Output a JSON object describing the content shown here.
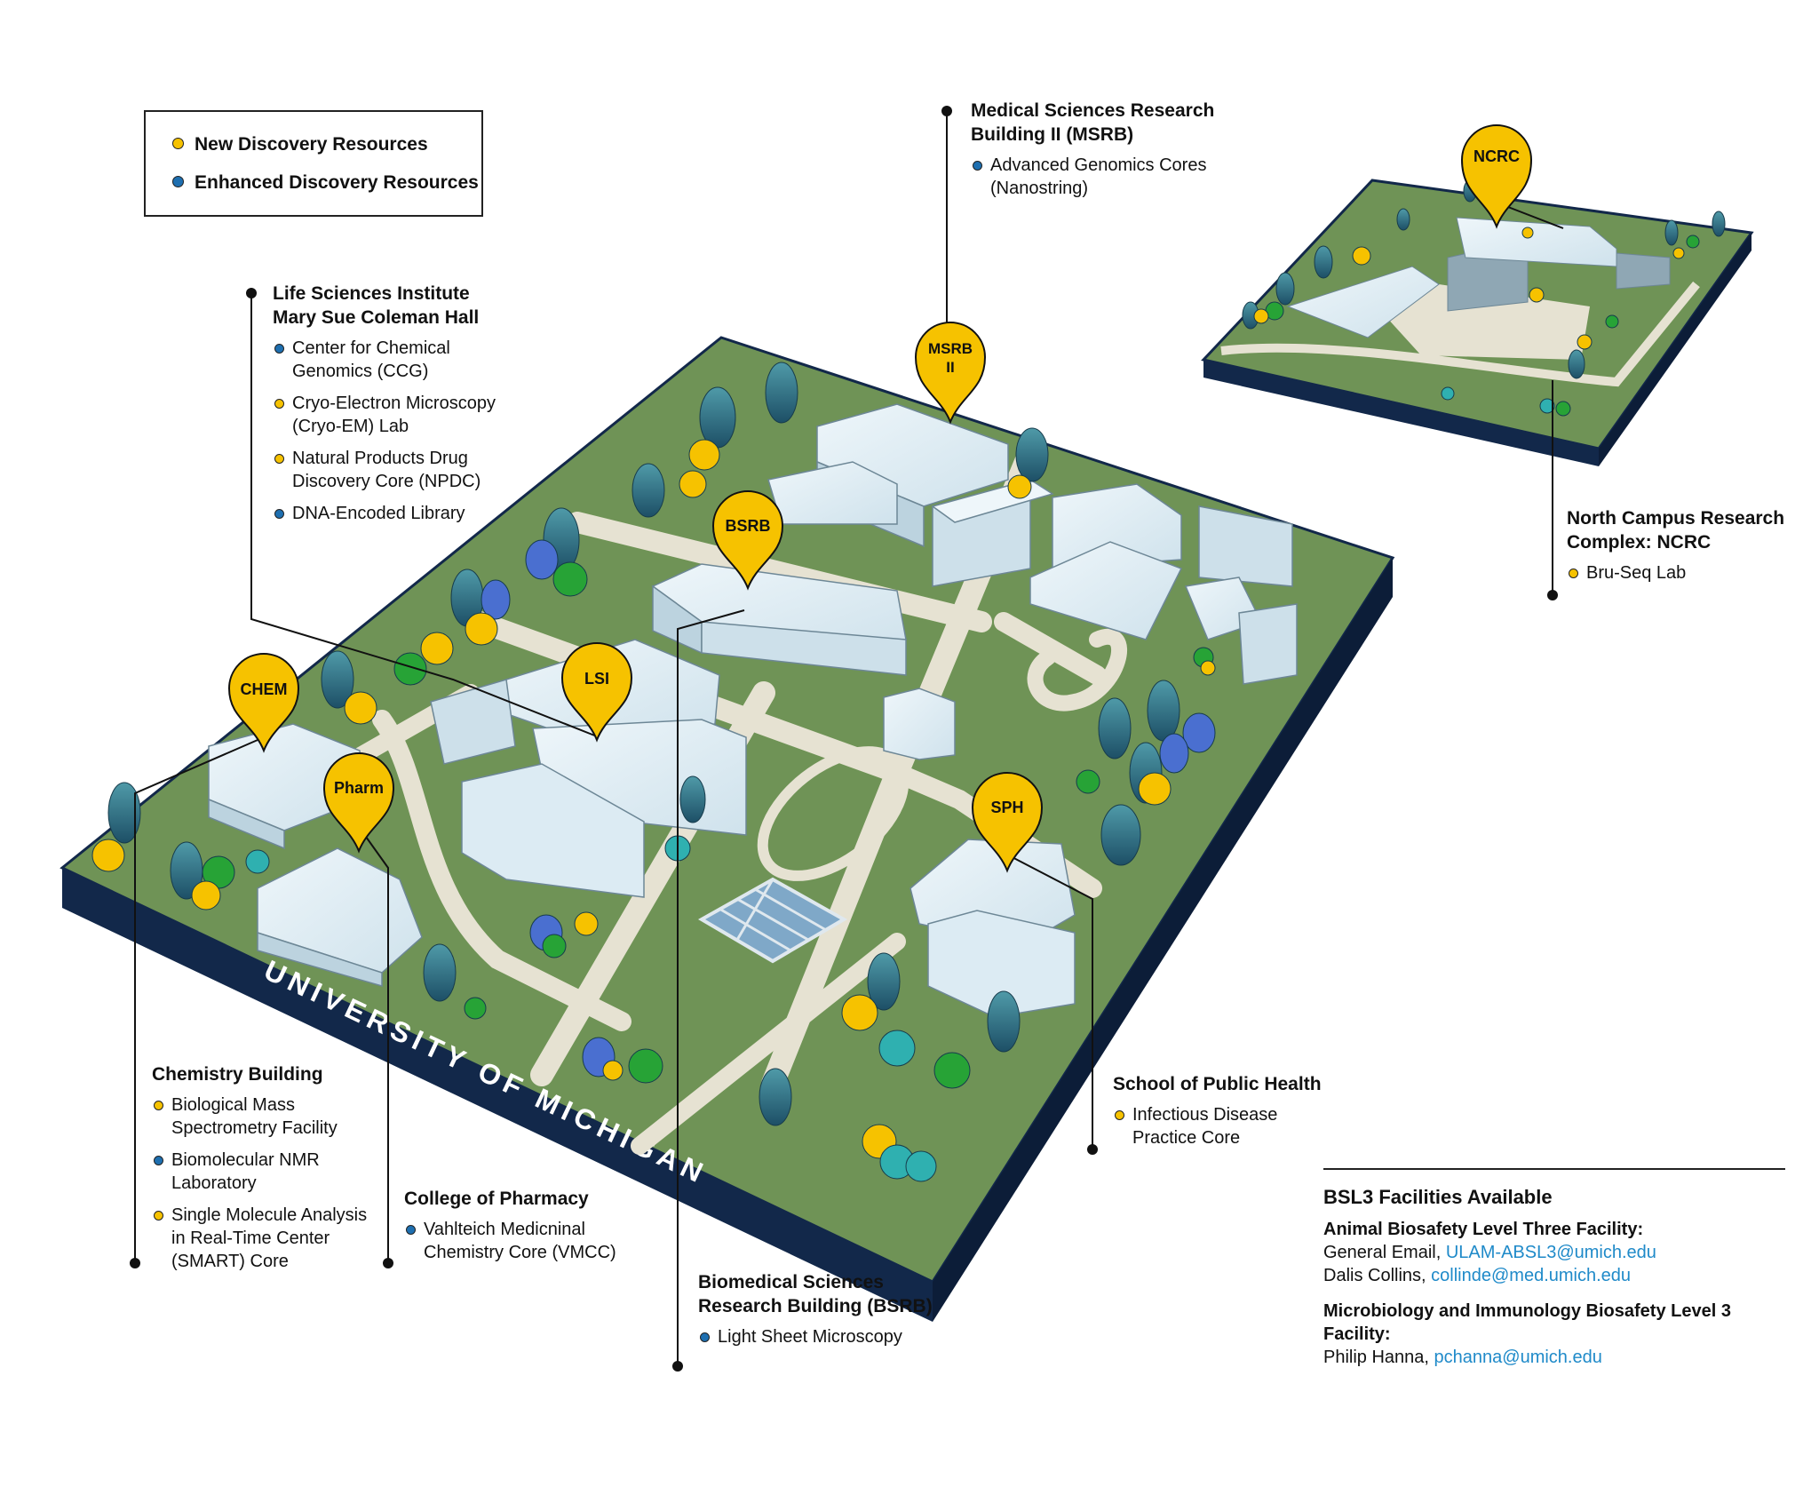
{
  "legend": {
    "new_label": "New Discovery Resources",
    "enhanced_label": "Enhanced Discovery Resources",
    "new_color": "#f6c200",
    "enhanced_color": "#1e6fb0"
  },
  "map": {
    "banner": "UNIVERSITY OF MICHIGAN",
    "base_color": "#6f9356",
    "edge_color": "#12284a",
    "path_color": "#e6e2d2",
    "building_color": "#dcebf3"
  },
  "markers": {
    "chem": "CHEM",
    "pharm": "Pharm",
    "lsi": "LSI",
    "bsrb": "BSRB",
    "msrb_line1": "MSRB",
    "msrb_line2": "II",
    "sph": "SPH",
    "ncrc": "NCRC"
  },
  "labels": {
    "msrb": {
      "title_l1": "Medical Sciences Research",
      "title_l2": "Building II (MSRB)",
      "items": [
        {
          "l1": "Advanced Genomics Cores",
          "l2": "(Nanostring)",
          "type": "enhanced"
        }
      ]
    },
    "lsi": {
      "title_l1": "Life Sciences Institute",
      "title_l2": "Mary Sue Coleman Hall",
      "items": [
        {
          "l1": "Center for Chemical",
          "l2": "Genomics (CCG)",
          "type": "enhanced"
        },
        {
          "l1": "Cryo-Electron Microscopy",
          "l2": "(Cryo-EM) Lab",
          "type": "new"
        },
        {
          "l1": "Natural Products Drug",
          "l2": "Discovery Core (NPDC)",
          "type": "new"
        },
        {
          "l1": "DNA-Encoded Library",
          "type": "enhanced"
        }
      ]
    },
    "ncrc": {
      "title_l1": "North Campus Research",
      "title_l2": "Complex: NCRC",
      "items": [
        {
          "l1": "Bru-Seq Lab",
          "type": "new"
        }
      ]
    },
    "chem": {
      "title_l1": "Chemistry Building",
      "items": [
        {
          "l1": "Biological Mass",
          "l2": "Spectrometry Facility",
          "type": "new"
        },
        {
          "l1": "Biomolecular NMR",
          "l2": "Laboratory",
          "type": "enhanced"
        },
        {
          "l1": "Single Molecule Analysis",
          "l2": "in Real-Time Center",
          "l3": "(SMART) Core",
          "type": "new"
        }
      ]
    },
    "pharm": {
      "title_l1": "College of Pharmacy",
      "items": [
        {
          "l1": "Vahlteich Medicninal",
          "l2": "Chemistry Core (VMCC)",
          "type": "enhanced"
        }
      ]
    },
    "bsrb": {
      "title_l1": "Biomedical Sciences",
      "title_l2": "Research Building (BSRB)",
      "items": [
        {
          "l1": "Light Sheet Microscopy",
          "type": "enhanced"
        }
      ]
    },
    "sph": {
      "title_l1": "School of Public Health",
      "items": [
        {
          "l1": "Infectious Disease",
          "l2": "Practice Core",
          "type": "new"
        }
      ]
    }
  },
  "bsl3": {
    "title": "BSL3 Facilities Available",
    "animal": {
      "title": "Animal Biosafety Level Three Facility:",
      "email_label": "General Email, ",
      "email": "ULAM-ABSL3@umich.edu",
      "contact_label": "Dalis Collins, ",
      "contact_email": "collinde@med.umich.edu"
    },
    "micro": {
      "title": "Microbiology and Immunology Biosafety Level 3 Facility:",
      "contact_label": "Philip Hanna, ",
      "contact_email": "pchanna@umich.edu"
    }
  }
}
